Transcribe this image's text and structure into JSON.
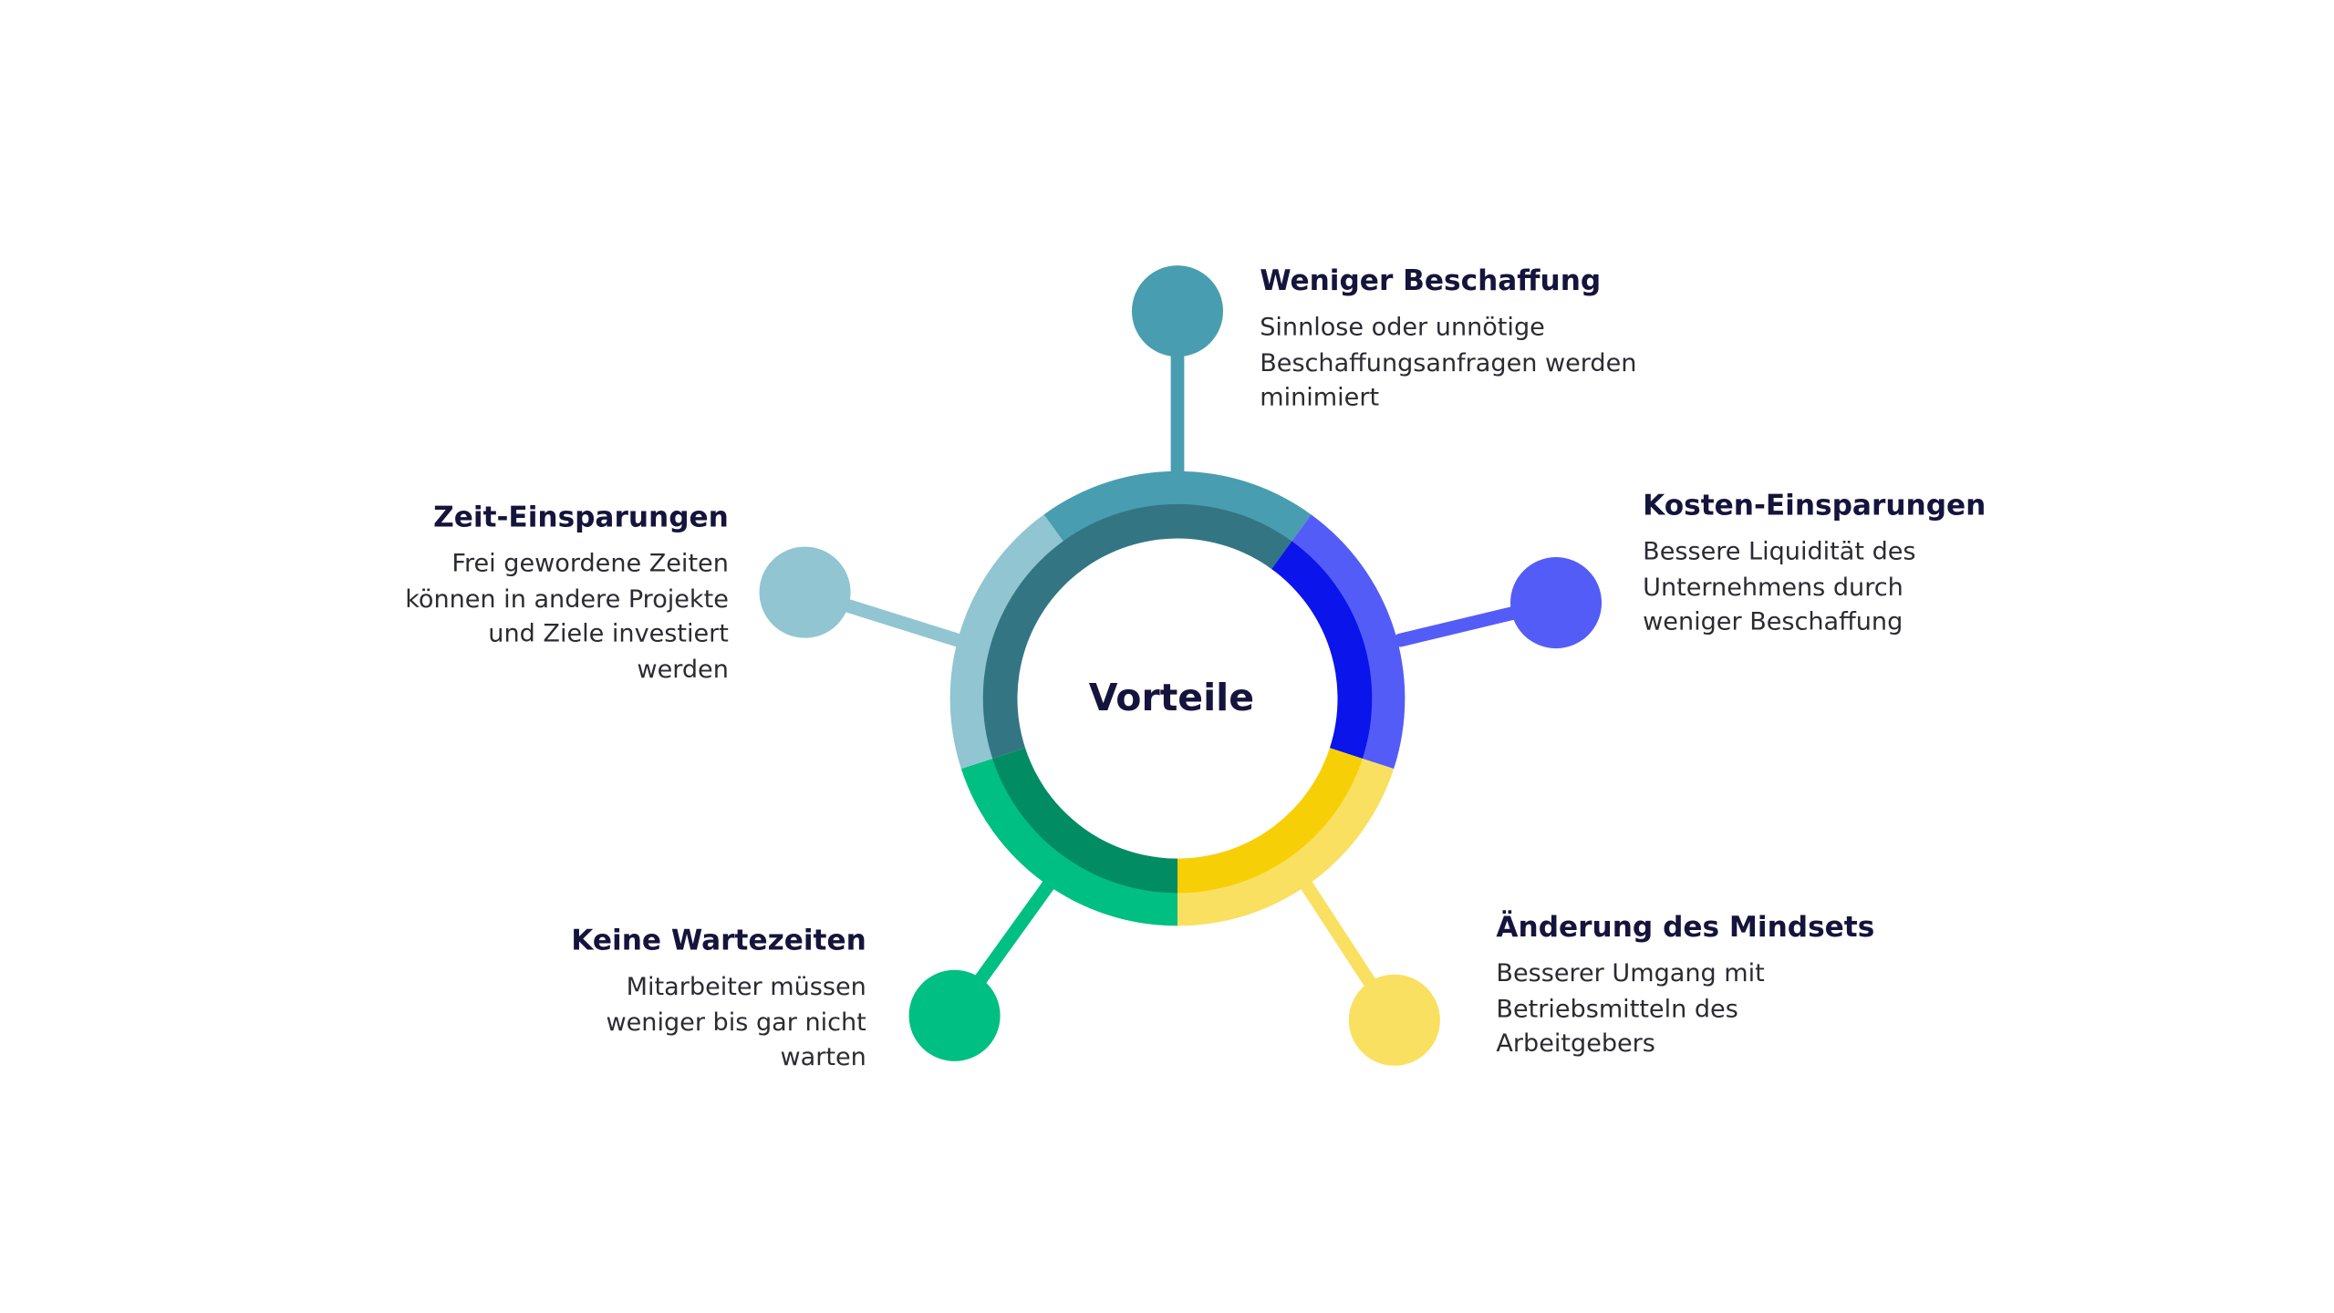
{
  "center": {
    "label": "Vorteile"
  },
  "colors": {
    "teal_outer": "#489EB0",
    "teal_inner": "#347584",
    "teal_light": "#90C5D1",
    "blue_outer": "#545CF7",
    "blue_inner": "#0A14EB",
    "yellow_outer": "#FAE060",
    "yellow_inner": "#F7CF07",
    "green_outer": "#00BF82",
    "green_inner": "#028C63",
    "text_title": "#14143C"
  },
  "items": [
    {
      "title": "Weniger Beschaffung",
      "lines": [
        "Sinnlose oder unnötige",
        "Beschaffungsanfragen werden",
        "minimiert"
      ]
    },
    {
      "title": "Kosten-Einsparungen",
      "lines": [
        "Bessere Liquidität des",
        "Unternehmens durch",
        "weniger Beschaffung"
      ]
    },
    {
      "title": "Änderung des Mindsets",
      "lines": [
        "Besserer Umgang mit",
        "Betriebsmitteln des",
        "Arbeitgebers"
      ]
    },
    {
      "title": "Keine Wartezeiten",
      "lines": [
        "Mitarbeiter müssen",
        "weniger bis gar nicht",
        "warten"
      ]
    },
    {
      "title": "Zeit-Einsparungen",
      "lines": [
        "Frei gewordene Zeiten",
        "können in andere Projekte",
        "und Ziele investiert",
        "werden"
      ]
    }
  ]
}
